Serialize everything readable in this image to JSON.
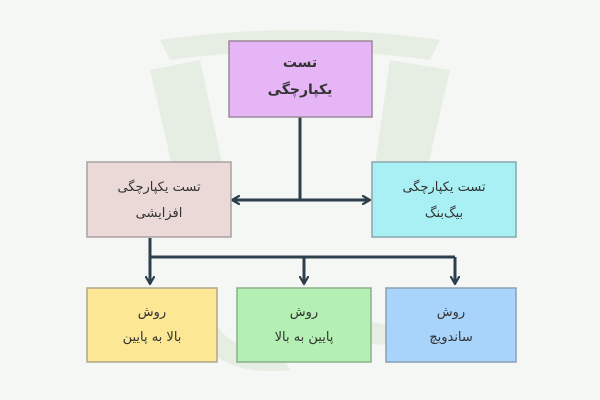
{
  "nodes": [
    {
      "id": "integration-test",
      "lines": [
        "تست",
        "یکپارچگی"
      ],
      "fill": "#e5b5f5",
      "stroke": "#9a8a9a",
      "bold": true
    },
    {
      "id": "incremental",
      "lines": [
        "تست یکپارچگی",
        "افزایشی"
      ],
      "fill": "#ead9d6",
      "stroke": "#a9a0a0",
      "bold": false
    },
    {
      "id": "big-bang",
      "lines": [
        "تست یکپارچگی",
        "بیگ‌بنگ"
      ],
      "fill": "#a9f0f5",
      "stroke": "#8aa5b0",
      "bold": false
    },
    {
      "id": "bottom-up",
      "lines": [
        "روش",
        "بالا به پایین"
      ],
      "fill": "#fbe794",
      "stroke": "#b0a58a",
      "bold": false
    },
    {
      "id": "top-down",
      "lines": [
        "روش",
        "پایین به بالا"
      ],
      "fill": "#b4f0b4",
      "stroke": "#8ab08a",
      "bold": false
    },
    {
      "id": "sandwich",
      "lines": [
        "روش",
        "ساندویچ"
      ],
      "fill": "#a8d4fb",
      "stroke": "#8aa0b5",
      "bold": false
    }
  ],
  "colors": {
    "connector": "#2d3e4c",
    "background": "#f5f7f4"
  }
}
